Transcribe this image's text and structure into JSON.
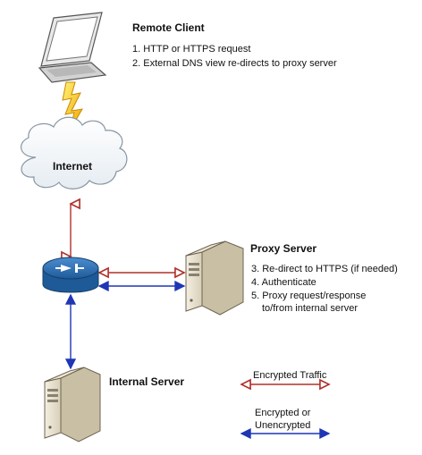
{
  "remote_client": {
    "title": "Remote Client",
    "steps": [
      "1. HTTP or HTTPS request",
      "2. External DNS view re-directs to proxy server"
    ]
  },
  "internet": {
    "label": "Internet"
  },
  "proxy_server": {
    "title": "Proxy Server",
    "steps": [
      "3. Re-direct to HTTPS (if needed)",
      "4. Authenticate",
      "5. Proxy request/response",
      "to/from internal server"
    ]
  },
  "internal_server": {
    "title": "Internal Server"
  },
  "legend": {
    "encrypted": "Encrypted Traffic",
    "mixed_line1": "Encrypted or",
    "mixed_line2": "Unencrypted"
  },
  "colors": {
    "encrypted": "#b0302a",
    "mixed": "#1f36b5"
  }
}
